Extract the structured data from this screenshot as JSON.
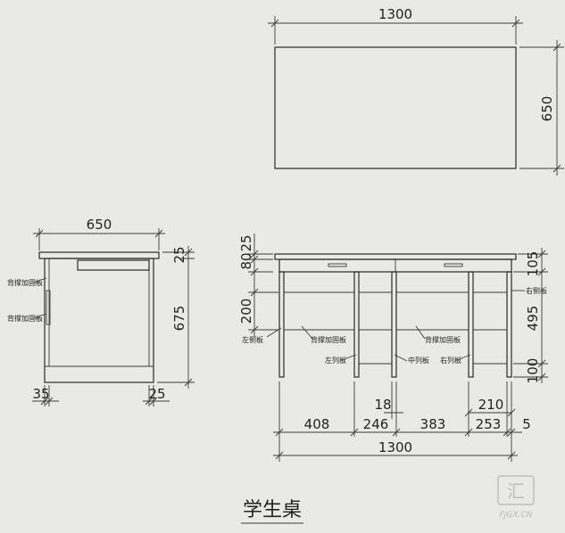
{
  "title": "学生桌",
  "watermark": {
    "text": "FJGX.CN",
    "logo_glyph": "汇"
  },
  "top_view": {
    "width": "1300",
    "depth": "650"
  },
  "side_view": {
    "width": "650",
    "height": "675",
    "top_thickness": "25",
    "bottom_left": "35",
    "bottom_right": "25",
    "labels": [
      "背撑加固板",
      "背撑加固板"
    ]
  },
  "front_view": {
    "left_dims": [
      "80",
      "25",
      "200"
    ],
    "right_dims": [
      "105",
      "495",
      "100"
    ],
    "labels": {
      "left_side": "左侧板",
      "back_brace_1": "背撑加固板",
      "back_brace_2": "背撑加固板",
      "left_column": "左列板",
      "middle_column": "中列板",
      "right_column": "右列板",
      "right_side": "右侧板"
    },
    "bottom_dims": {
      "d18": "18",
      "d210": "210",
      "d408": "408",
      "d246": "246",
      "d383": "383",
      "d253": "253",
      "d5": "5",
      "total": "1300"
    }
  }
}
